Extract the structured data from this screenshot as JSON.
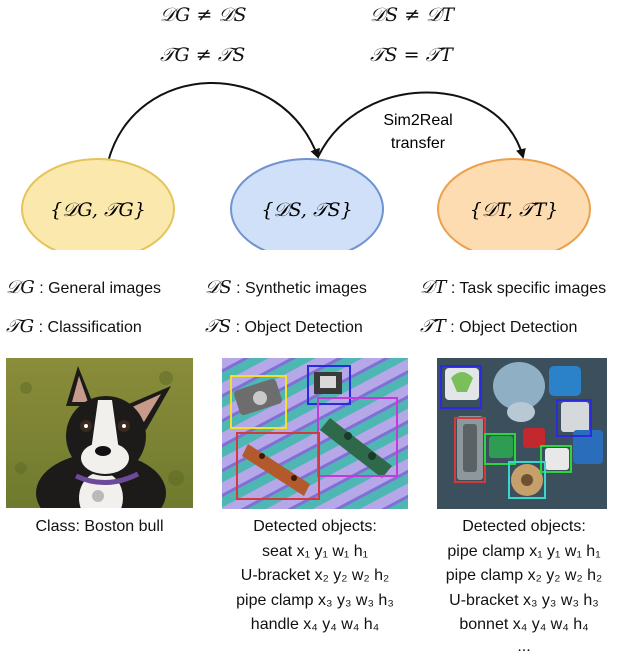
{
  "relations": {
    "left_top": "𝒟G ≠ 𝒟S",
    "left_bottom": "𝒯G ≠ 𝒯S",
    "right_top": "𝒟S ≠ 𝒟T",
    "right_bottom": "𝒯S = 𝒯T"
  },
  "arrow_label": {
    "line1": "Sim2Real",
    "line2": "transfer"
  },
  "nodes": {
    "general": {
      "label": "{𝒟G, 𝒯G}",
      "fill": "#fbe8ac",
      "stroke": "#e5c45a"
    },
    "synthetic": {
      "label": "{𝒟S, 𝒯S}",
      "fill": "#cfe0f8",
      "stroke": "#6f94cf"
    },
    "target": {
      "label": "{𝒟T, 𝒯T}",
      "fill": "#fcdcb0",
      "stroke": "#eba14b"
    }
  },
  "definitions": {
    "general": {
      "d_sym": "𝒟G",
      "d_text": " : General images",
      "t_sym": "𝒯G",
      "t_text": " : Classification"
    },
    "synthetic": {
      "d_sym": "𝒟S",
      "d_text": " : Synthetic images",
      "t_sym": "𝒯S",
      "t_text": " : Object Detection"
    },
    "target": {
      "d_sym": "𝒟T",
      "d_text": " : Task specific images",
      "t_sym": "𝒯T",
      "t_text": " : Object Detection"
    }
  },
  "captions": {
    "general": "Class: Boston bull",
    "synthetic_title": "Detected objects:",
    "synthetic_items": [
      "seat x₁ y₁ w₁ h₁",
      "U-bracket x₂ y₂ w₂ h₂",
      "pipe clamp x₃ y₃ w₃ h₃",
      "handle x₄ y₄ w₄ h₄"
    ],
    "target_title": "Detected objects:",
    "target_items": [
      "pipe clamp x₁ y₁ w₁ h₁",
      "pipe clamp x₂ y₂ w₂ h₂",
      "U-bracket x₃ y₃ w₃ h₃",
      "bonnet x₄ y₄ w₄ h₄",
      "..."
    ]
  },
  "box_colors": {
    "yellow": "#f2e02a",
    "blue": "#2a2adf",
    "red": "#d23b3b",
    "magenta": "#c43ad6",
    "green": "#2fd33f",
    "cyan": "#37d7d0"
  }
}
